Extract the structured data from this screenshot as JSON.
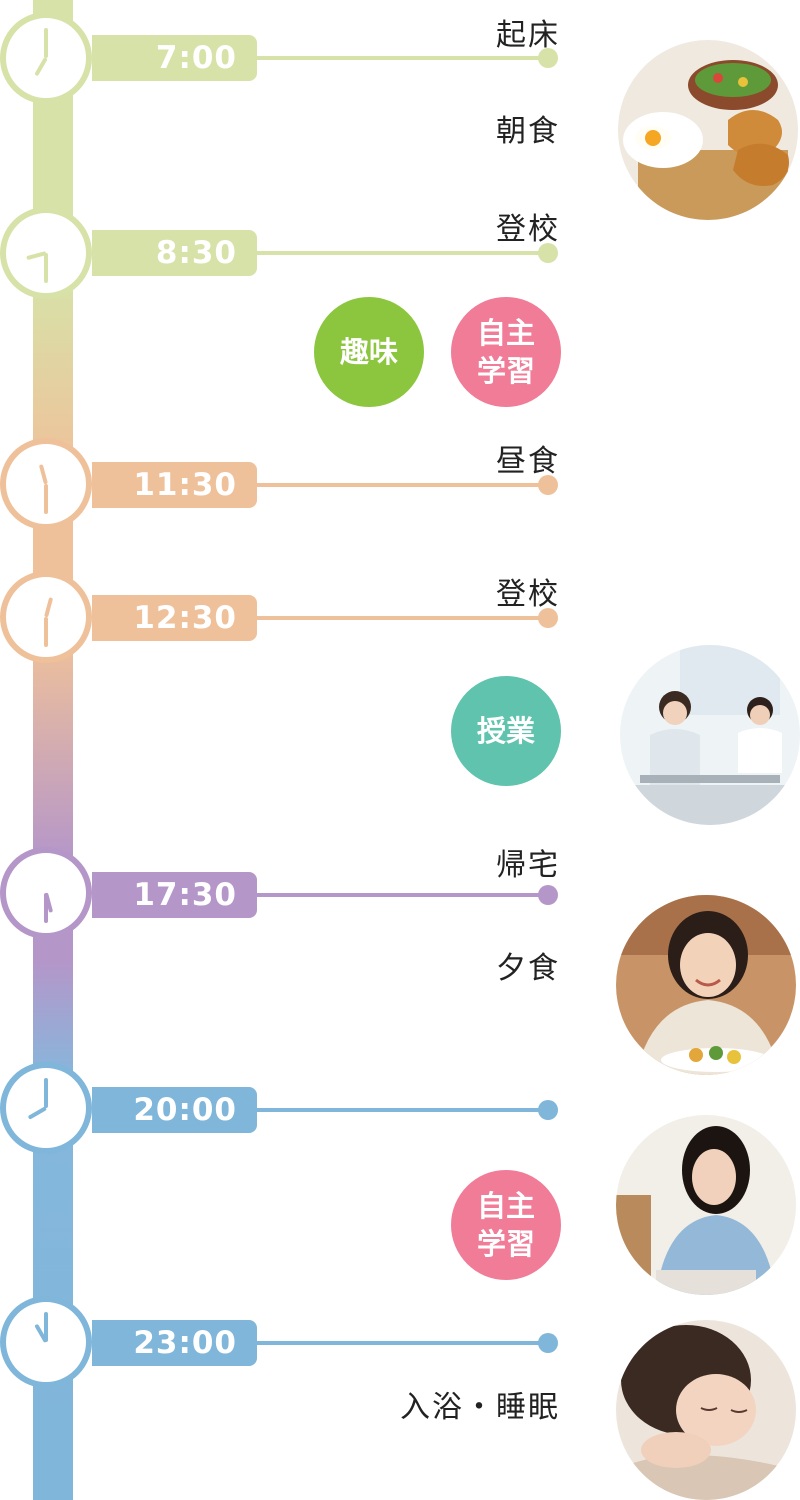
{
  "times": {
    "t1": "7:00",
    "t2": "8:30",
    "t3": "11:30",
    "t4": "12:30",
    "t5": "17:30",
    "t6": "20:00",
    "t7": "23:00"
  },
  "events": {
    "wake": "起床",
    "breakfast": "朝食",
    "school1": "登校",
    "lunch": "昼食",
    "school2": "登校",
    "home": "帰宅",
    "dinner": "夕食",
    "bath": "入浴・睡眠"
  },
  "badges": {
    "hobby": "趣味",
    "study1_l1": "自主",
    "study1_l2": "学習",
    "class": "授業",
    "study2_l1": "自主",
    "study2_l2": "学習"
  },
  "colors": {
    "green": "#d7e2a8",
    "orange": "#efc19a",
    "purple": "#b596c9",
    "blue": "#7fb6da",
    "hobby": "#8cc63f",
    "study": "#f07c98",
    "class": "#5fc3ad"
  },
  "photos": [
    {
      "icon": "breakfast-photo"
    },
    {
      "icon": "classroom-photo"
    },
    {
      "icon": "dinner-photo"
    },
    {
      "icon": "study-photo"
    },
    {
      "icon": "sleep-photo"
    }
  ]
}
